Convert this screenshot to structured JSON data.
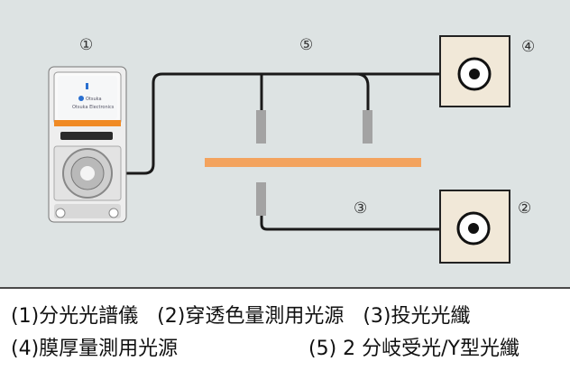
{
  "markers": {
    "m1": "①",
    "m2": "②",
    "m3": "③",
    "m4": "④",
    "m5": "⑤"
  },
  "device": {
    "brand_line1": "Otsuka",
    "brand_line2": "Otsuka Electronics"
  },
  "captions": {
    "line1": [
      "(1)分光光譜儀",
      "(2)穿透色量測用光源",
      "(3)投光光纖"
    ],
    "line2": [
      "(4)膜厚量測用光源",
      "(5) 2 分岐受光/Y型光纖"
    ]
  },
  "colors": {
    "background": "#dde3e3",
    "sample_bar": "#f3a35e",
    "light_box": "#f1e8d8",
    "fiber": "#1a1a1a",
    "probe": "#a3a3a3",
    "device_accent": "#f08a24"
  }
}
